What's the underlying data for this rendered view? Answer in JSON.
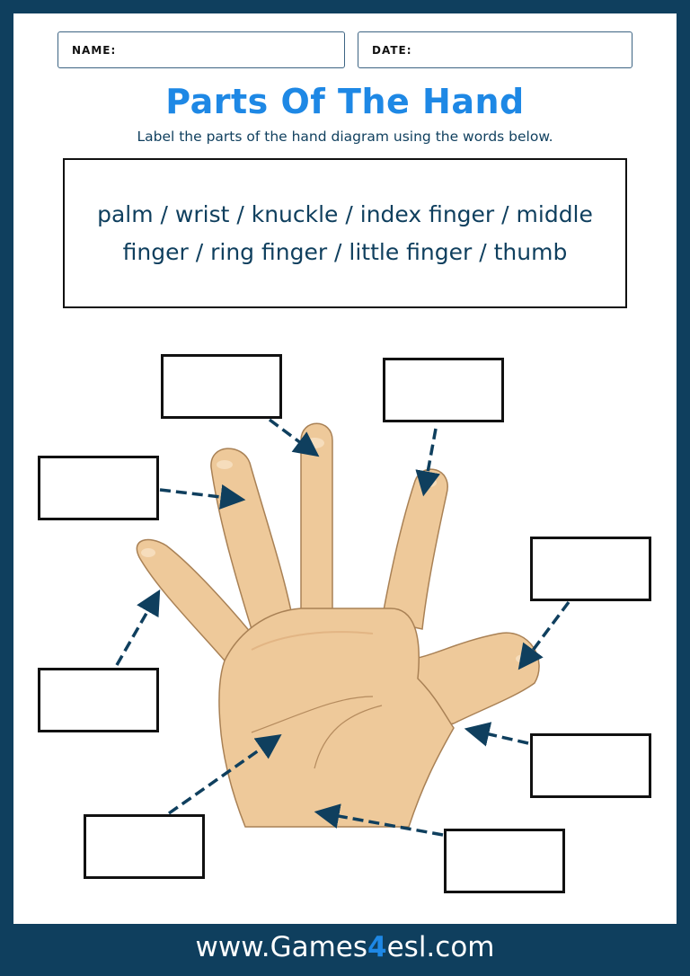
{
  "header": {
    "name_label": "NAME:",
    "date_label": "DATE:"
  },
  "title": "Parts Of The Hand",
  "subtitle": "Label the parts of the hand diagram using the words below.",
  "word_bank": {
    "text": "palm / wrist / knuckle / index finger / middle finger / ring finger / little finger / thumb",
    "words": [
      "palm",
      "wrist",
      "knuckle",
      "index finger",
      "middle finger",
      "ring finger",
      "little finger",
      "thumb"
    ]
  },
  "diagram": {
    "label_boxes": [
      {
        "id": "box-top-left",
        "value": "",
        "points_to": "ring finger tip"
      },
      {
        "id": "box-top-right",
        "value": "",
        "points_to": "index finger tip"
      },
      {
        "id": "box-upper-left",
        "value": "",
        "points_to": "ring finger"
      },
      {
        "id": "box-right-upper",
        "value": "",
        "points_to": "thumb"
      },
      {
        "id": "box-left-middle",
        "value": "",
        "points_to": "little finger"
      },
      {
        "id": "box-right-lower",
        "value": "",
        "points_to": "thumb base"
      },
      {
        "id": "box-bottom-left",
        "value": "",
        "points_to": "palm"
      },
      {
        "id": "box-bottom-right",
        "value": "",
        "points_to": "wrist"
      }
    ]
  },
  "colors": {
    "frame": "#0f3f5e",
    "title": "#1e88e5",
    "text": "#0f3f5e",
    "skin": "#eec99a",
    "skin_shadow": "#dfae7d",
    "arrow": "#0f3f5e"
  },
  "footer": {
    "prefix": "www.Games",
    "accent": "4",
    "suffix": "esl.com"
  }
}
